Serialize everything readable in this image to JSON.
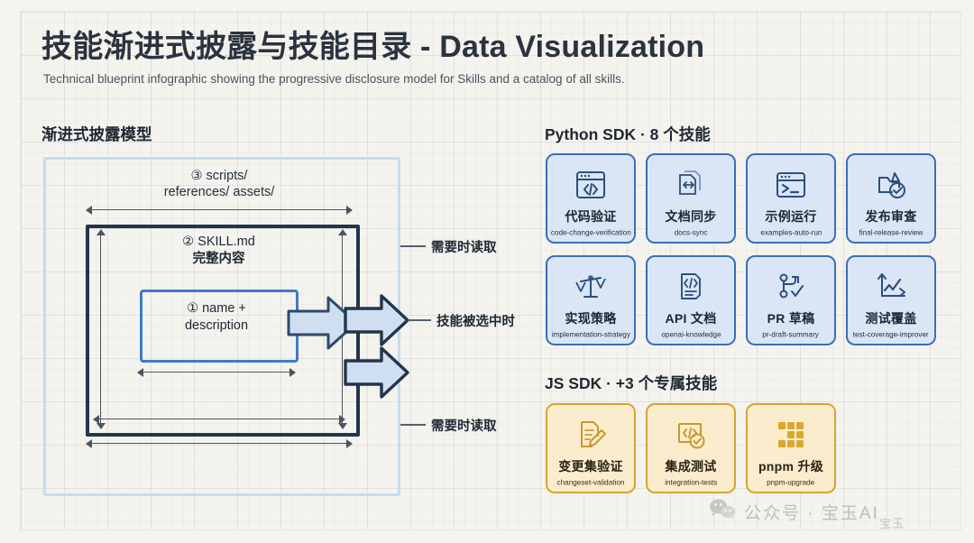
{
  "header": {
    "title_cn": "技能渐进式披露与技能目录",
    "title_sep": " - ",
    "title_en": "Data Visualization",
    "subtitle": "Technical blueprint infographic showing the progressive disclosure model for Skills and a catalog of all skills."
  },
  "diagram": {
    "heading": "渐进式披露模型",
    "level3_label": "③ scripts/\nreferences/ assets/",
    "level3_line1": "③ scripts/",
    "level3_line2": "references/ assets/",
    "level2_line1": "② SKILL.md",
    "level2_line2": "完整内容",
    "level1_line1": "① name +",
    "level1_line2": "description",
    "callout_top": "需要时读取",
    "callout_mid": "技能被选中时",
    "callout_bottom": "需要时读取"
  },
  "python_section": {
    "heading": "Python SDK · 8 个技能",
    "accent": "#3a6fb5",
    "background": "#dae6f6",
    "cards": [
      {
        "icon": "code-window-icon",
        "cn": "代码验证",
        "en": "code-change-verification"
      },
      {
        "icon": "docs-sync-icon",
        "cn": "文档同步",
        "en": "docs-sync"
      },
      {
        "icon": "terminal-icon",
        "cn": "示例运行",
        "en": "examples-auto-run"
      },
      {
        "icon": "release-check-icon",
        "cn": "发布审查",
        "en": "final-release-review"
      },
      {
        "icon": "scales-icon",
        "cn": "实现策略",
        "en": "implementation-strategy"
      },
      {
        "icon": "code-doc-icon",
        "cn": "API 文档",
        "en": "openai-knowledge"
      },
      {
        "icon": "git-branch-check-icon",
        "cn": "PR 草稿",
        "en": "pr-draft-summary"
      },
      {
        "icon": "chart-trend-icon",
        "cn": "测试覆盖",
        "en": "test-coverage-improver"
      }
    ]
  },
  "js_section": {
    "heading": "JS SDK · +3 个专属技能",
    "accent": "#d6a434",
    "background": "#fbeccd",
    "cards": [
      {
        "icon": "file-edit-icon",
        "cn": "变更集验证",
        "en": "changeset-validation"
      },
      {
        "icon": "code-check-icon",
        "cn": "集成测试",
        "en": "integration-tests"
      },
      {
        "icon": "pnpm-blocks-icon",
        "cn": "pnpm 升级",
        "en": "pnpm-upgrade"
      }
    ]
  },
  "watermark": {
    "text": "公众号 · 宝玉AI",
    "sub": "宝玉"
  }
}
